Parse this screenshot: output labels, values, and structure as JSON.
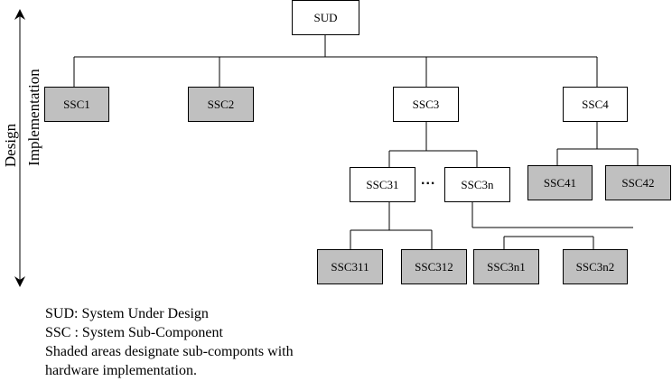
{
  "nodes": {
    "sud": {
      "label": "SUD",
      "shaded": false
    },
    "ssc1": {
      "label": "SSC1",
      "shaded": true
    },
    "ssc2": {
      "label": "SSC2",
      "shaded": true
    },
    "ssc3": {
      "label": "SSC3",
      "shaded": false
    },
    "ssc4": {
      "label": "SSC4",
      "shaded": false
    },
    "ssc31": {
      "label": "SSC31",
      "shaded": false
    },
    "ssc3n": {
      "label": "SSC3n",
      "shaded": false
    },
    "ssc41": {
      "label": "SSC41",
      "shaded": true
    },
    "ssc42": {
      "label": "SSC42",
      "shaded": true
    },
    "ssc311": {
      "label": "SSC311",
      "shaded": true
    },
    "ssc312": {
      "label": "SSC312",
      "shaded": true
    },
    "ssc3n1": {
      "label": "SSC3n1",
      "shaded": true
    },
    "ssc3n2": {
      "label": "SSC3n2",
      "shaded": true
    }
  },
  "ellipsis": "...",
  "axis": {
    "design_label": "Design",
    "implementation_label": "Implementation"
  },
  "legend": {
    "line1": "SUD: System Under Design",
    "line2": "SSC : System Sub-Component",
    "line3": "Shaded areas designate sub-componts with",
    "line4": "hardware implementation."
  },
  "colors": {
    "shaded_fill": "#c0c0c0",
    "box_fill": "#ffffff",
    "line": "#000000"
  }
}
